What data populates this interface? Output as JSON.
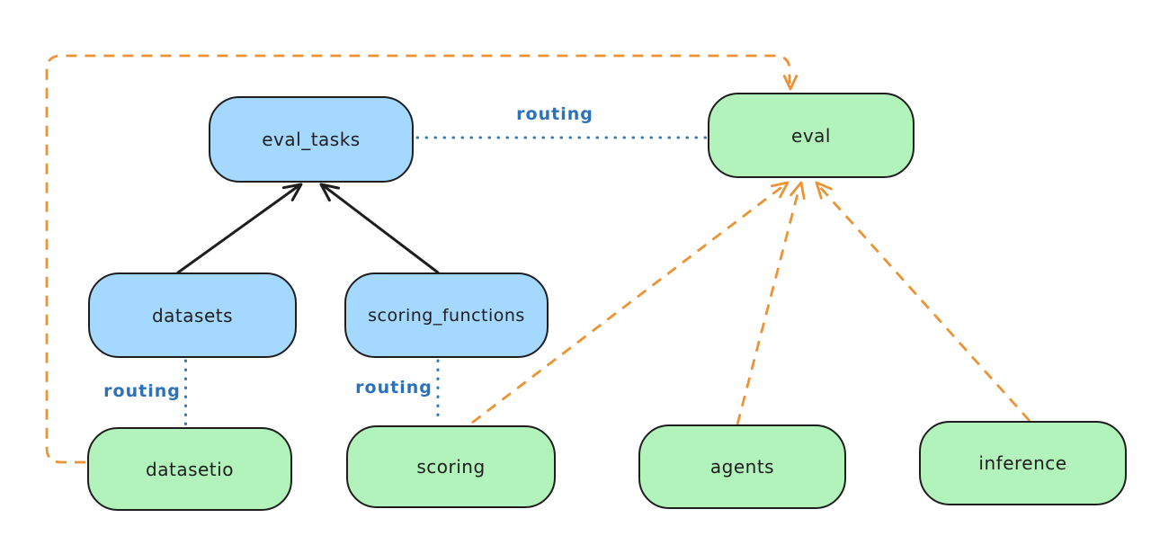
{
  "diagram": {
    "kind": "api-provider-routing-diagram",
    "colors": {
      "background": "#ffffff",
      "blue_node_fill": "#a5d8ff",
      "green_node_fill": "#b2f2bb",
      "node_border": "#1e1e1e",
      "solid_arrow": "#1e1e1e",
      "routing_blue": "#2b72bb",
      "dashed_orange": "#ec9335"
    },
    "nodes": {
      "eval_tasks": {
        "label": "eval_tasks",
        "color": "blue"
      },
      "eval": {
        "label": "eval",
        "color": "green"
      },
      "datasets": {
        "label": "datasets",
        "color": "blue"
      },
      "scoring_functions": {
        "label": "scoring_functions",
        "color": "blue"
      },
      "datasetio": {
        "label": "datasetio",
        "color": "green"
      },
      "scoring": {
        "label": "scoring",
        "color": "green"
      },
      "agents": {
        "label": "agents",
        "color": "green"
      },
      "inference": {
        "label": "inference",
        "color": "green"
      }
    },
    "edges": [
      {
        "from": "datasets",
        "to": "eval_tasks",
        "style": "solid",
        "color": "#1e1e1e",
        "arrow": true,
        "label": ""
      },
      {
        "from": "scoring_functions",
        "to": "eval_tasks",
        "style": "solid",
        "color": "#1e1e1e",
        "arrow": true,
        "label": ""
      },
      {
        "from": "eval_tasks",
        "to": "eval",
        "style": "dotted",
        "color": "#2b72bb",
        "arrow": false,
        "label": "routing"
      },
      {
        "from": "datasets",
        "to": "datasetio",
        "style": "dotted",
        "color": "#2b72bb",
        "arrow": false,
        "label": "routing"
      },
      {
        "from": "scoring_functions",
        "to": "scoring",
        "style": "dotted",
        "color": "#2b72bb",
        "arrow": false,
        "label": "routing"
      },
      {
        "from": "datasetio",
        "to": "eval",
        "style": "dashed",
        "color": "#ec9335",
        "arrow": true,
        "label": "",
        "route": "left-up-across-top"
      },
      {
        "from": "scoring",
        "to": "eval",
        "style": "dashed",
        "color": "#ec9335",
        "arrow": true,
        "label": ""
      },
      {
        "from": "agents",
        "to": "eval",
        "style": "dashed",
        "color": "#ec9335",
        "arrow": true,
        "label": ""
      },
      {
        "from": "inference",
        "to": "eval",
        "style": "dashed",
        "color": "#ec9335",
        "arrow": true,
        "label": ""
      }
    ],
    "edge_labels": [
      {
        "text": "routing"
      },
      {
        "text": "routing"
      },
      {
        "text": "routing"
      }
    ]
  }
}
